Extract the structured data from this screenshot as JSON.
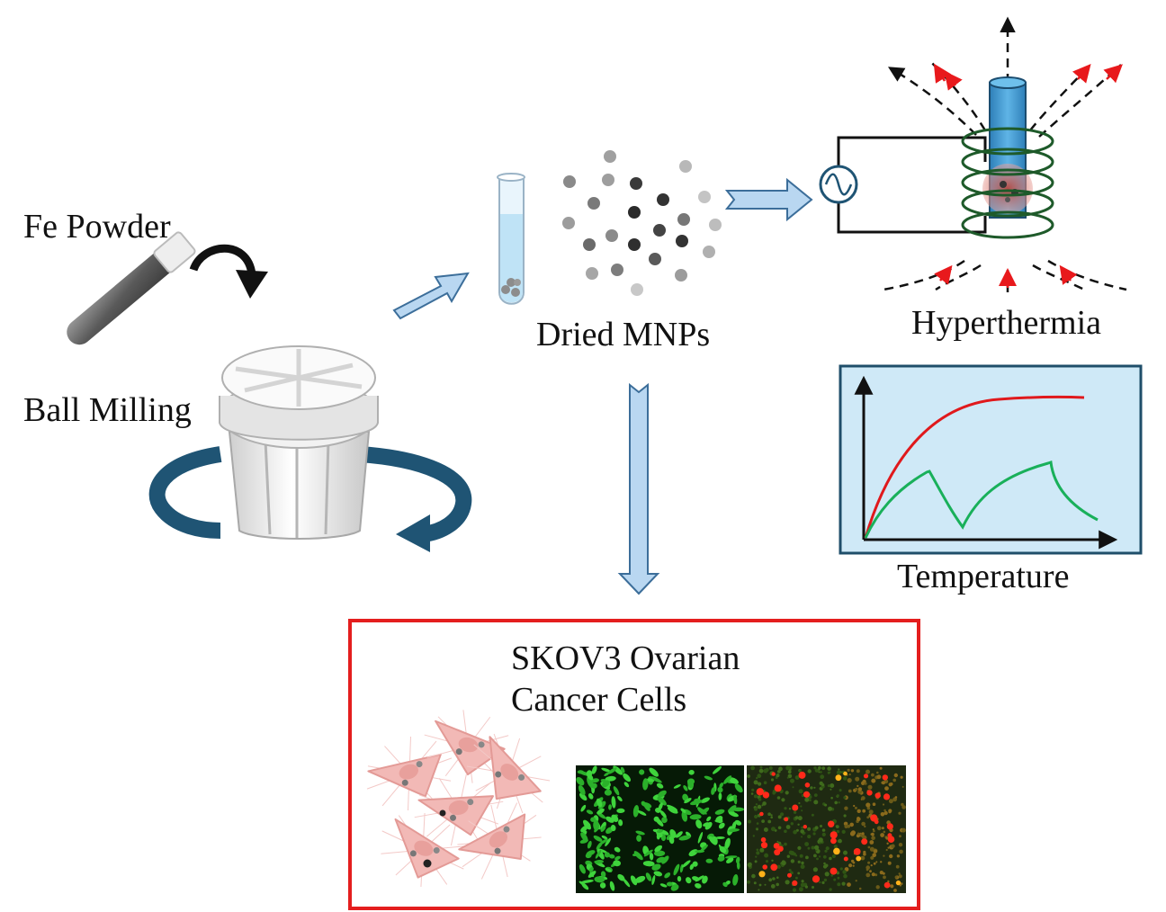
{
  "labels": {
    "fe_powder": "Fe Powder",
    "ball_milling": "Ball Milling",
    "dried_mnps": "Dried MNPs",
    "hyperthermia": "Hyperthermia",
    "temperature": "Temperature",
    "cells_line1": "SKOV3 Ovarian",
    "cells_line2": "Cancer Cells"
  },
  "colors": {
    "arrow_fill": "#b9d7f1",
    "arrow_stroke": "#3c6e9a",
    "rotation_arrow": "#1f5474",
    "coil": "#1e5a2a",
    "graph_bg": "#cfe9f7",
    "graph_border": "#1f4e6a",
    "curve_red": "#e0191c",
    "curve_green": "#19b05a",
    "cells_border": "#e41e1e",
    "cell_fill": "#f2b9b6",
    "field_arrowhead": "#e8191c"
  },
  "icons": [
    "test-tube-icon",
    "curved-arrow-icon",
    "milling-jar-icon",
    "rotation-arrow-icon",
    "ac-source-icon",
    "coil-icon",
    "cell-icon"
  ]
}
